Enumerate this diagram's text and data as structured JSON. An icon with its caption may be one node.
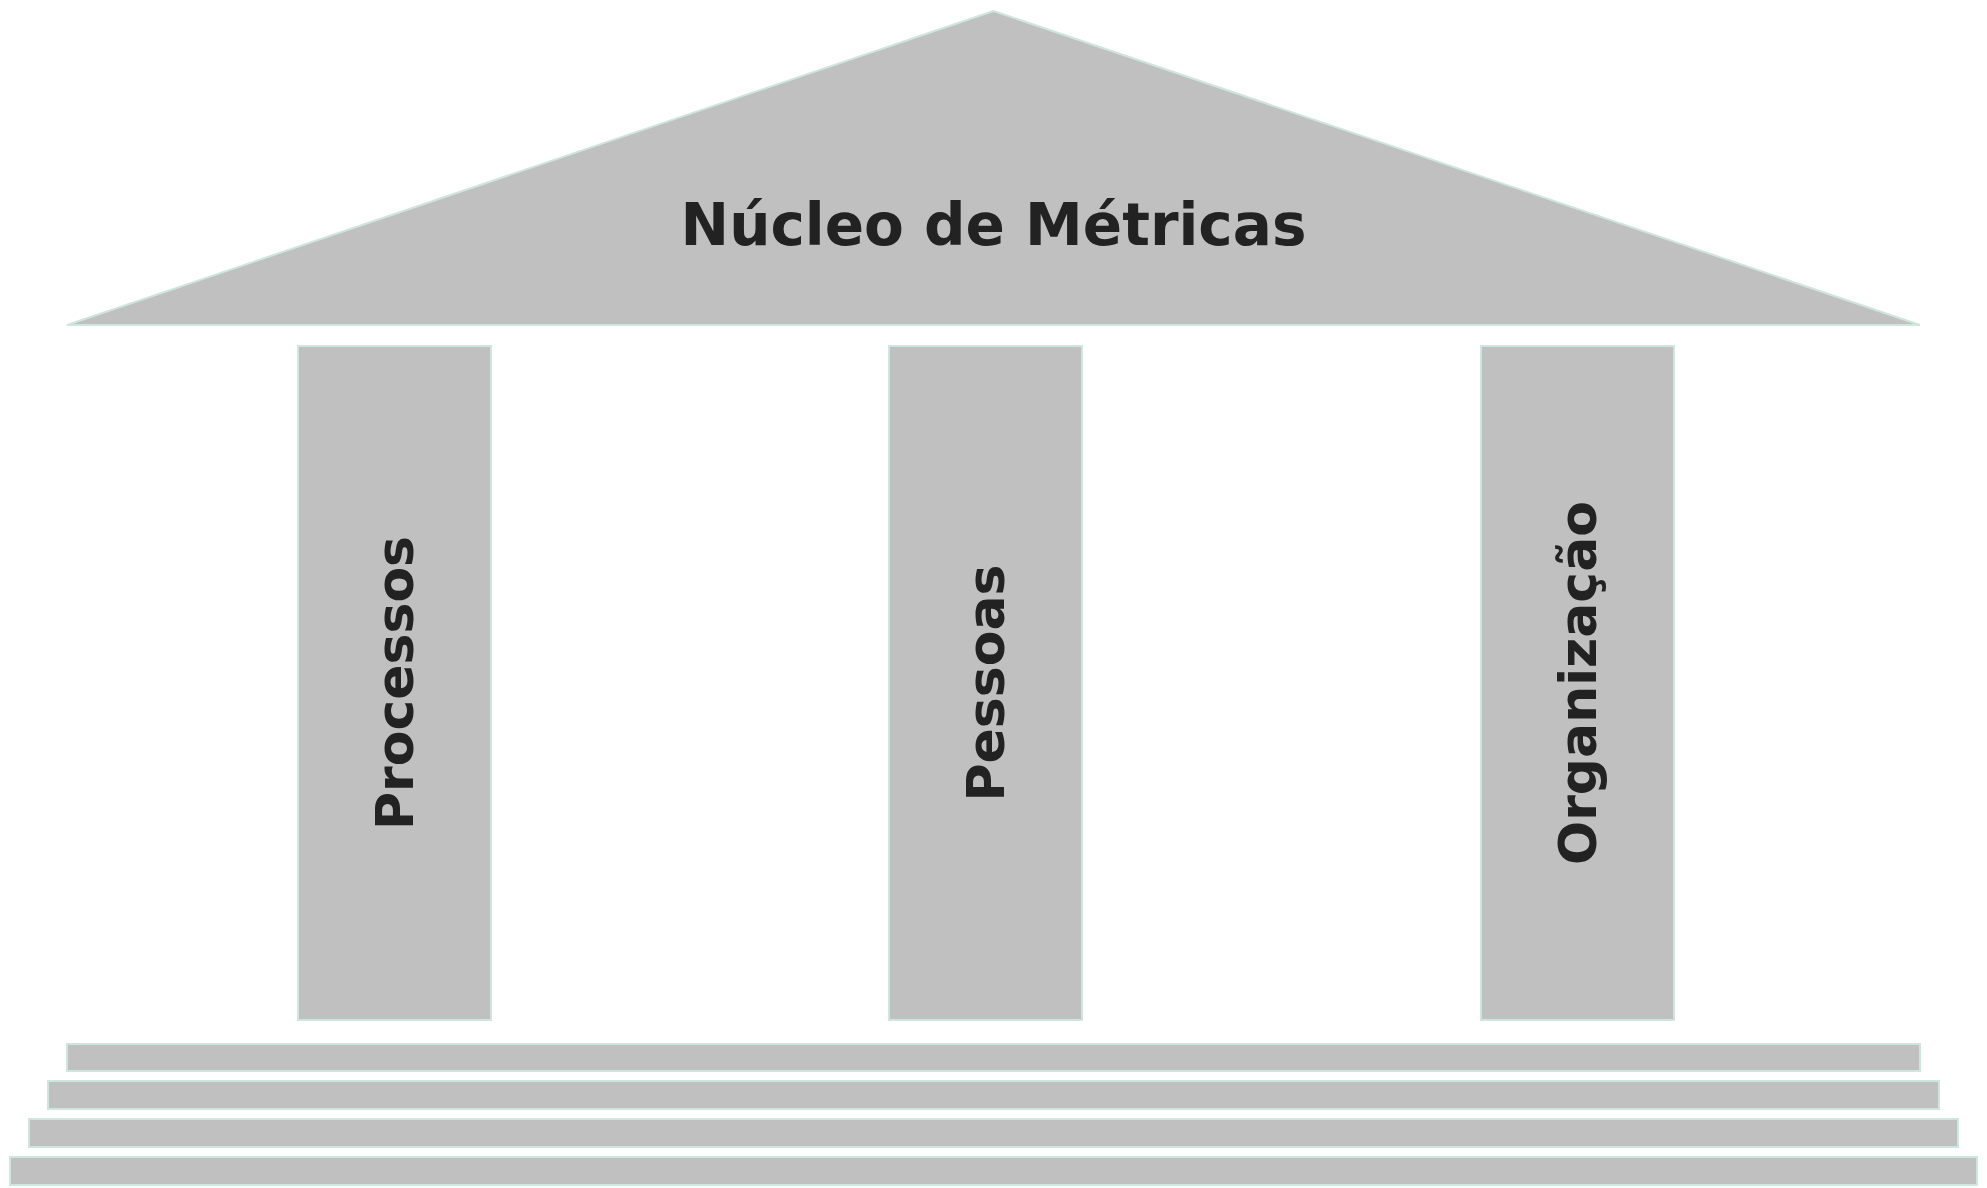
{
  "diagram": {
    "nodes": [
      {
        "text": [
          "Núcleo de Métricas"
        ]
      },
      {
        "text": [
          "Processos"
        ]
      },
      {
        "text": [
          "Pessoas"
        ]
      },
      {
        "text": [
          "Organização"
        ]
      },
      {
        "text": [],
        "shape": "bar"
      },
      {
        "text": [],
        "shape": "bar"
      },
      {
        "text": [],
        "shape": "bar"
      },
      {
        "text": [],
        "shape": "bar"
      }
    ]
  }
}
